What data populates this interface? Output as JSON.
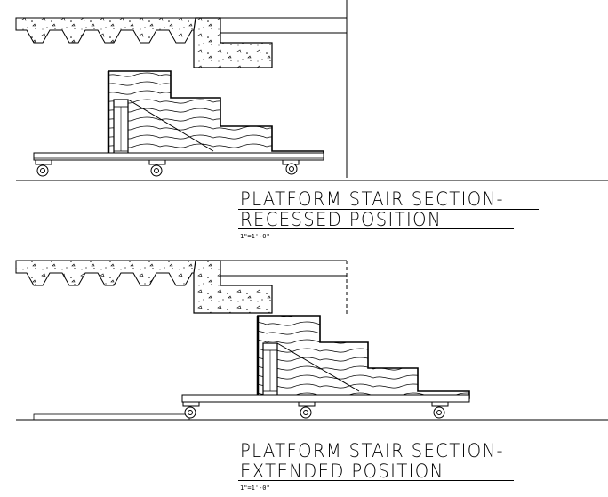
{
  "drawings": [
    {
      "title_line1": "PLATFORM STAIR SECTION-",
      "title_line2": "RECESSED POSITION",
      "scale": "1\"=1'-0\""
    },
    {
      "title_line1": "PLATFORM STAIR SECTION-",
      "title_line2": "EXTENDED POSITION",
      "scale": "1\"=1'-0\""
    }
  ]
}
